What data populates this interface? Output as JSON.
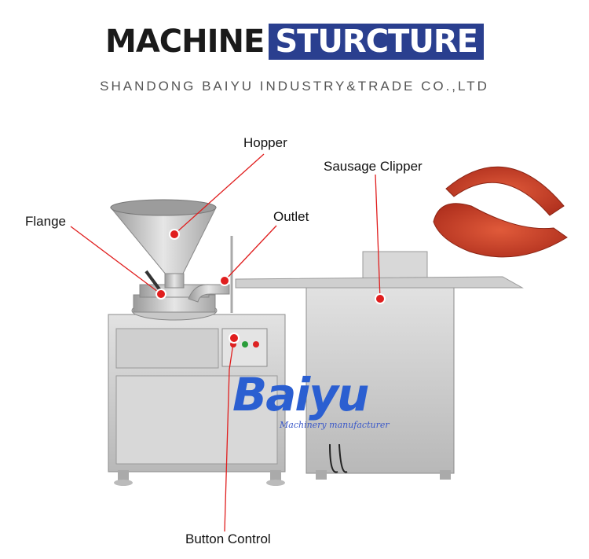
{
  "header": {
    "title_part1": "MACHINE",
    "title_part2": "STURCTURE",
    "subtitle": "SHANDONG BAIYU INDUSTRY&TRADE CO.,LTD"
  },
  "labels": {
    "hopper": "Hopper",
    "flange": "Flange",
    "outlet": "Outlet",
    "sausage_clipper": "Sausage Clipper",
    "button_control": "Button Control"
  },
  "watermark": {
    "brand": "Baiyu",
    "tagline": "Machinery manufacturer"
  },
  "colors": {
    "accent": "#2a3f8f",
    "callout_line": "#e01e1e",
    "logo": "#2b5fd1"
  }
}
